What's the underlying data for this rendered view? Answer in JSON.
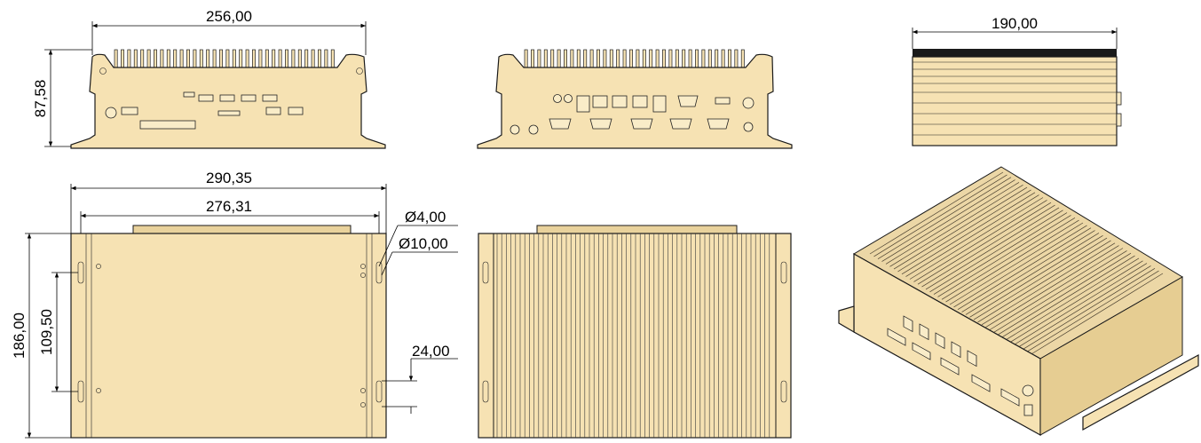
{
  "colors": {
    "housing": "#f6e2b3",
    "housing_shade": "#e9d29c",
    "line": "#1a1a1a"
  },
  "dimensions": {
    "front_width": "256,00",
    "front_height": "87,58",
    "side_depth": "190,00",
    "overall_width": "290,35",
    "hole_span": "276,31",
    "overall_depth": "186,00",
    "hole_pitch": "109,50",
    "hole_diameter_small": "Ø4,00",
    "hole_diameter_large": "Ø10,00",
    "slot_width": "24,00"
  }
}
